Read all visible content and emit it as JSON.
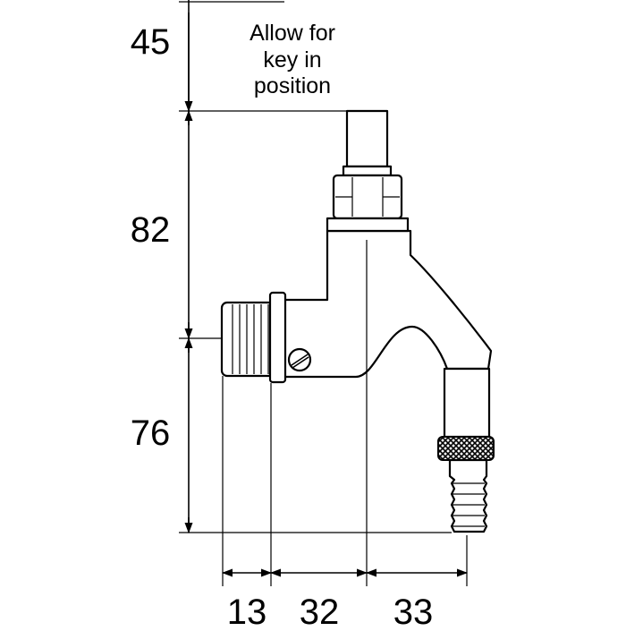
{
  "dimensions": {
    "key_allowance": "45",
    "upper_height": "82",
    "lower_height": "76",
    "thread_width": "13",
    "body_width": "32",
    "outlet_offset": "33"
  },
  "note": {
    "line1": "Allow for",
    "line2": "key in",
    "line3": "position"
  }
}
